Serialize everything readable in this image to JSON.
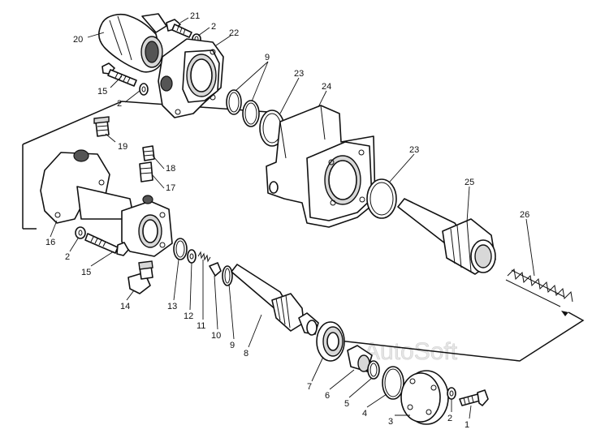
{
  "watermark": "AutoSoft",
  "labels": [
    {
      "id": "20",
      "text": "20"
    },
    {
      "id": "21",
      "text": "21"
    },
    {
      "id": "2a",
      "text": "2"
    },
    {
      "id": "22",
      "text": "22"
    },
    {
      "id": "15a",
      "text": "15"
    },
    {
      "id": "2b",
      "text": "2"
    },
    {
      "id": "9a",
      "text": "9"
    },
    {
      "id": "23a",
      "text": "23"
    },
    {
      "id": "24",
      "text": "24"
    },
    {
      "id": "19",
      "text": "19"
    },
    {
      "id": "18",
      "text": "18"
    },
    {
      "id": "17",
      "text": "17"
    },
    {
      "id": "23b",
      "text": "23"
    },
    {
      "id": "25",
      "text": "25"
    },
    {
      "id": "26",
      "text": "26"
    },
    {
      "id": "16",
      "text": "16"
    },
    {
      "id": "2c",
      "text": "2"
    },
    {
      "id": "15b",
      "text": "15"
    },
    {
      "id": "14",
      "text": "14"
    },
    {
      "id": "13",
      "text": "13"
    },
    {
      "id": "12",
      "text": "12"
    },
    {
      "id": "11",
      "text": "11"
    },
    {
      "id": "10",
      "text": "10"
    },
    {
      "id": "9b",
      "text": "9"
    },
    {
      "id": "8",
      "text": "8"
    },
    {
      "id": "7",
      "text": "7"
    },
    {
      "id": "6",
      "text": "6"
    },
    {
      "id": "5",
      "text": "5"
    },
    {
      "id": "4",
      "text": "4"
    },
    {
      "id": "3",
      "text": "3"
    },
    {
      "id": "2d",
      "text": "2"
    },
    {
      "id": "1",
      "text": "1"
    }
  ]
}
